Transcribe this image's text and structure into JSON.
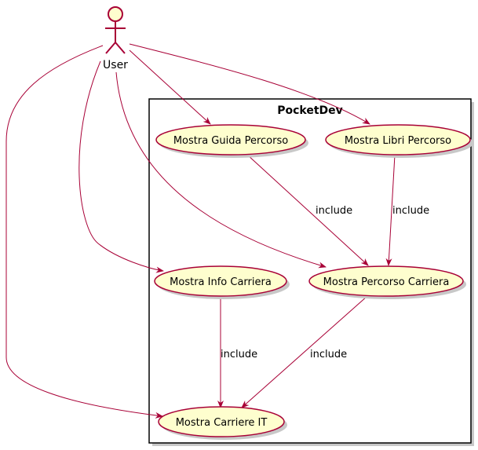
{
  "diagram": {
    "package": {
      "title": "PocketDev"
    },
    "actor": {
      "label": "User"
    },
    "use_cases": {
      "guida": "Mostra Guida Percorso",
      "libri": "Mostra Libri Percorso",
      "info": "Mostra Info Carriera",
      "percorso": "Mostra Percorso Carriera",
      "carriere": "Mostra Carriere IT"
    },
    "edge_labels": {
      "guida_percorso": "include",
      "libri_percorso": "include",
      "info_carriere": "include",
      "percorso_carriere": "include"
    },
    "colors": {
      "usecase_fill": "#FEFECE",
      "line": "#A80036",
      "package_border": "#000000",
      "shadow": "#C8C8C8"
    }
  }
}
